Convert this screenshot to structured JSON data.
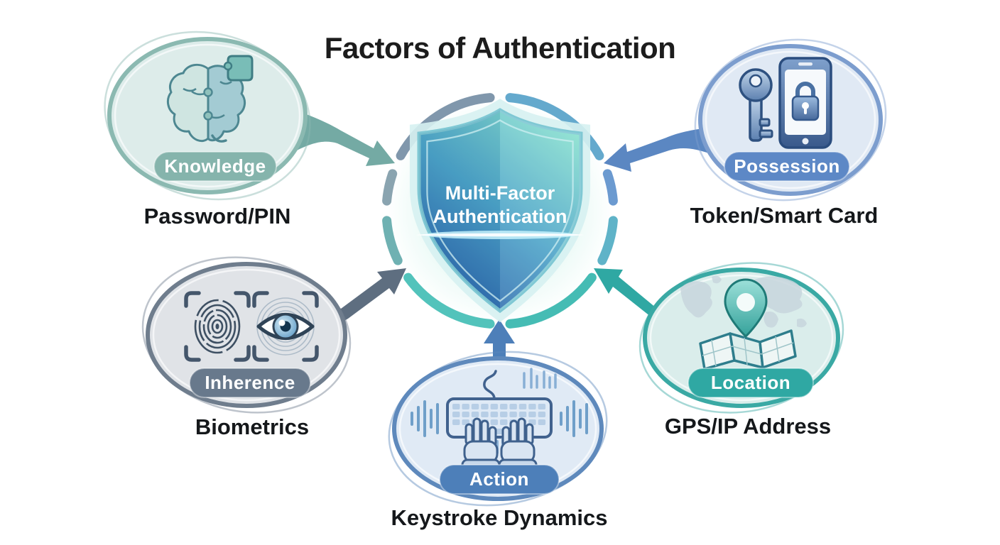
{
  "title": "Factors of Authentication",
  "center": {
    "icon": "shield-icon",
    "label_line1": "Multi-Factor",
    "label_line2": "Authentication",
    "colors": {
      "shield_gradient_top_right": "#86e0cd",
      "shield_gradient_bottom_left": "#2a5ea8",
      "ring_blue": "#6b9ad0",
      "ring_teal": "#4cc3ba"
    }
  },
  "factors": [
    {
      "id": "knowledge",
      "pill": "Knowledge",
      "caption": "Password/PIN",
      "icon": "brain-puzzle-icon",
      "pill_color": "#85b4ac",
      "bubble_fill": "#ddecea",
      "bubble_border": "#8bb9b1",
      "arrow_color": "#74aaa4"
    },
    {
      "id": "possession",
      "pill": "Possession",
      "caption": "Token/Smart Card",
      "icon": "key-and-phone-lock-icon",
      "pill_color": "#5d88c6",
      "bubble_fill": "#e0e9f4",
      "bubble_border": "#7c9dce",
      "arrow_color": "#5b87c2"
    },
    {
      "id": "inherence",
      "pill": "Inherence",
      "caption": "Biometrics",
      "icon": "fingerprint-and-eye-icon",
      "pill_color": "#68798c",
      "bubble_fill": "#e0e3e7",
      "bubble_border": "#6f7d8d",
      "arrow_color": "#5e6e80"
    },
    {
      "id": "action",
      "pill": "Action",
      "caption": "Keystroke Dynamics",
      "icon": "keyboard-typing-icon",
      "pill_color": "#4d7fb9",
      "bubble_fill": "#e0eaf5",
      "bubble_border": "#5e89bc",
      "arrow_color": "#4d7fb9"
    },
    {
      "id": "location",
      "pill": "Location",
      "caption": "GPS/IP Address",
      "icon": "map-pin-icon",
      "pill_color": "#2fa8a3",
      "bubble_fill": "#daedeb",
      "bubble_border": "#3aa9a4",
      "arrow_color": "#2fa8a3"
    }
  ]
}
